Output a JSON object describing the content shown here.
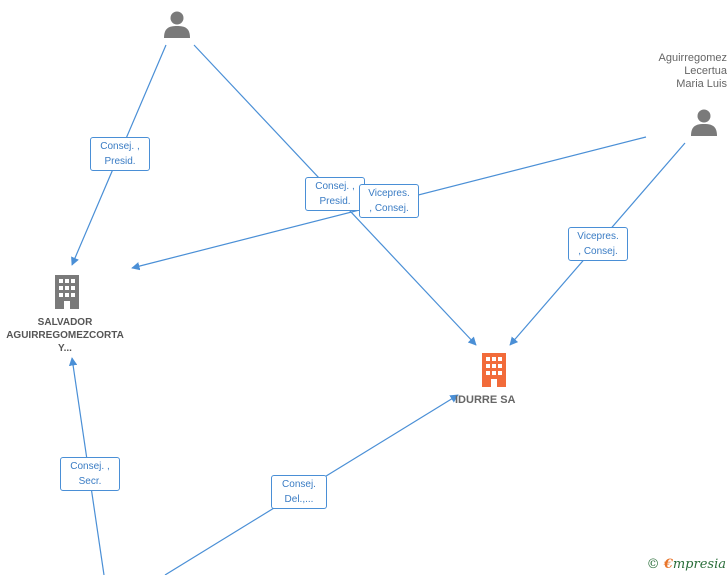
{
  "nodes": {
    "person_top": {
      "name": ""
    },
    "person_right": {
      "name_lines": [
        "Aguirregomez",
        "Lecertua",
        "Maria Luis"
      ]
    },
    "company_salvador": {
      "name_lines": [
        "SALVADOR",
        "AGUIRREGOMEZCORTA",
        "Y..."
      ]
    },
    "company_idurre": {
      "name": "IDURRE SA"
    }
  },
  "edges": {
    "e1": {
      "lines": [
        "Consej. ,",
        "Presid."
      ]
    },
    "e2": {
      "lines": [
        "Consej. ,",
        "Presid."
      ]
    },
    "e3": {
      "lines": [
        "Vicepres.",
        ", Consej."
      ]
    },
    "e4": {
      "lines": [
        "Vicepres.",
        ", Consej."
      ]
    },
    "e5": {
      "lines": [
        "Consej. ,",
        "Secr."
      ]
    },
    "e6": {
      "lines": [
        "Consej.",
        "Del.,..."
      ]
    }
  },
  "colors": {
    "edge": "#4a8fd6",
    "person_icon": "#7a7a7a",
    "company_icon": "#7a7a7a",
    "main_company_icon": "#f26b3a"
  },
  "watermark": {
    "symbol": "©",
    "brand_first": "€",
    "brand_rest": "mpresia"
  }
}
